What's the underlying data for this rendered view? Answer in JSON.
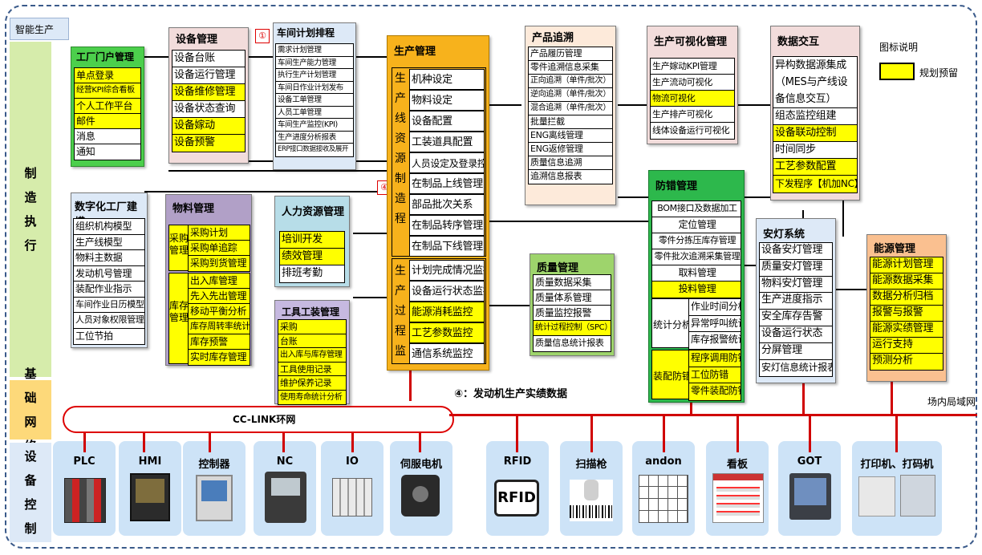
{
  "corner_tag": "智能生产",
  "bands": [
    "制造执行",
    "基础网络",
    "设备控制"
  ],
  "legend": {
    "title": "图标说明",
    "item": "规划预留"
  },
  "factory_portal": {
    "title": "工厂门户管理",
    "items": [
      "单点登录",
      "经营KPI综合看板",
      "个人工作平台",
      "邮件",
      "消息",
      "通知"
    ]
  },
  "equipment": {
    "title": "设备管理",
    "items": [
      "设备台账",
      "设备运行管理",
      "设备维修管理",
      "设备状态查询",
      "设备嫁动",
      "设备预警"
    ]
  },
  "workshop_plan": {
    "num": "①",
    "title": "车间计划排程",
    "items": [
      "需求计划管理",
      "车间生产能力管理",
      "执行生产计划管理",
      "车间日作业计划发布",
      "设备工单管理",
      "人员工单管理",
      "车间生产监控(KPI)",
      "生产进度分析报表",
      "ERP接口数据接收及展开"
    ]
  },
  "production": {
    "title": "生产管理",
    "num": "④",
    "group1": "生产线资源制造程",
    "group2": "生产过程监",
    "items1": [
      "机种设定",
      "物料设定",
      "设备配置",
      "工装道具配置",
      "人员设定及登录控制",
      "在制品上线管理",
      "部品批次关系",
      "在制品转序管理",
      "在制品下线管理"
    ],
    "items2": [
      "计划完成情况监控",
      "设备运行状态监控",
      "能源消耗监控",
      "工艺参数监控",
      "通信系统监控"
    ]
  },
  "tracing": {
    "title": "产品追溯",
    "items": [
      "产品履历管理",
      "零件追溯信息采集",
      "正向追溯（单件/批次）",
      "逆向追溯（单件/批次）",
      "混合追溯（单件/批次）",
      "批量拦截",
      "ENG离线管理",
      "ENG返修管理",
      "质量信息追溯",
      "追溯信息报表"
    ]
  },
  "visual": {
    "title": "生产可视化管理",
    "items": [
      "生产嫁动KPI管理",
      "生产流动可视化",
      "物流可视化",
      "生产排产可视化",
      "线体设备运行可视化"
    ]
  },
  "data_exchange": {
    "title": "数据交互",
    "items": [
      "异构数据源集成（MES与产线设备信息交互）",
      "组态监控组建",
      "设备联动控制",
      "时间同步",
      "工艺参数配置",
      "下发程序【机加NC】"
    ]
  },
  "digital_factory": {
    "title": "数字化工厂建模",
    "items": [
      "组织机构模型",
      "生产线模型",
      "物料主数据",
      "发动机号管理",
      "装配作业指示",
      "车间作业日历模型",
      "人员对象权限管理",
      "工位节拍"
    ]
  },
  "material": {
    "title": "物料管理",
    "g1": "采购管理",
    "g2": "库存管理",
    "items1": [
      "采购计划",
      "采购单追踪",
      "采购到货管理"
    ],
    "items2": [
      "出入库管理",
      "先入先出管理",
      "移动平衡分析",
      "库存周转率统计",
      "库存预警",
      "实时库存管理"
    ]
  },
  "hr": {
    "title": "人力资源管理",
    "items": [
      "培训开发",
      "绩效管理",
      "排班考勤"
    ]
  },
  "tooling": {
    "title": "工具工装管理",
    "items": [
      "采购",
      "台账",
      "出入库与库存管理",
      "工具使用记录",
      "维护保养记录",
      "使用寿命统计分析"
    ]
  },
  "quality": {
    "title": "质量管理",
    "items": [
      "质量数据采集",
      "质量体系管理",
      "质量监控报警",
      "统计过程控制（SPC）",
      "质量信息统计报表"
    ]
  },
  "errorproof": {
    "title": "防错管理",
    "top": [
      "BOM接口及数据加工",
      "定位管理",
      "零件分拣压库存管理",
      "零件批次追溯采集管理",
      "取料管理",
      "投料管理"
    ],
    "g1": "统计分析",
    "items1": [
      "作业时间分析",
      "异常呼叫统计",
      "库存报警统计"
    ],
    "g2": "装配防错",
    "items2": [
      "程序调用防错",
      "工位防错",
      "零件装配防错"
    ]
  },
  "andon": {
    "title": "安灯系统",
    "items": [
      "设备安灯管理",
      "质量安灯管理",
      "物料安灯管理",
      "生产进度指示",
      "安全库存告警",
      "设备运行状态",
      "分屏管理",
      "安灯信息统计报表"
    ]
  },
  "energy": {
    "title": "能源管理",
    "items": [
      "能源计划管理",
      "能源数据采集",
      "数据分析归档",
      "报警与报警",
      "能源实绩管理",
      "运行支持",
      "预测分析"
    ]
  },
  "engine_data": "④：发动机生产实绩数据",
  "lan": "场内局域网",
  "ring": "CC-LINK环网",
  "devices": [
    "PLC",
    "HMI",
    "控制器",
    "NC",
    "IO",
    "伺服电机",
    "RFID",
    "扫描枪",
    "andon",
    "看板",
    "GOT",
    "打印机、打码机"
  ],
  "rfid_text": "RFID",
  "colors": {
    "yellow": "#ffff00",
    "red": "#d00000",
    "green": "#d6ecab"
  }
}
